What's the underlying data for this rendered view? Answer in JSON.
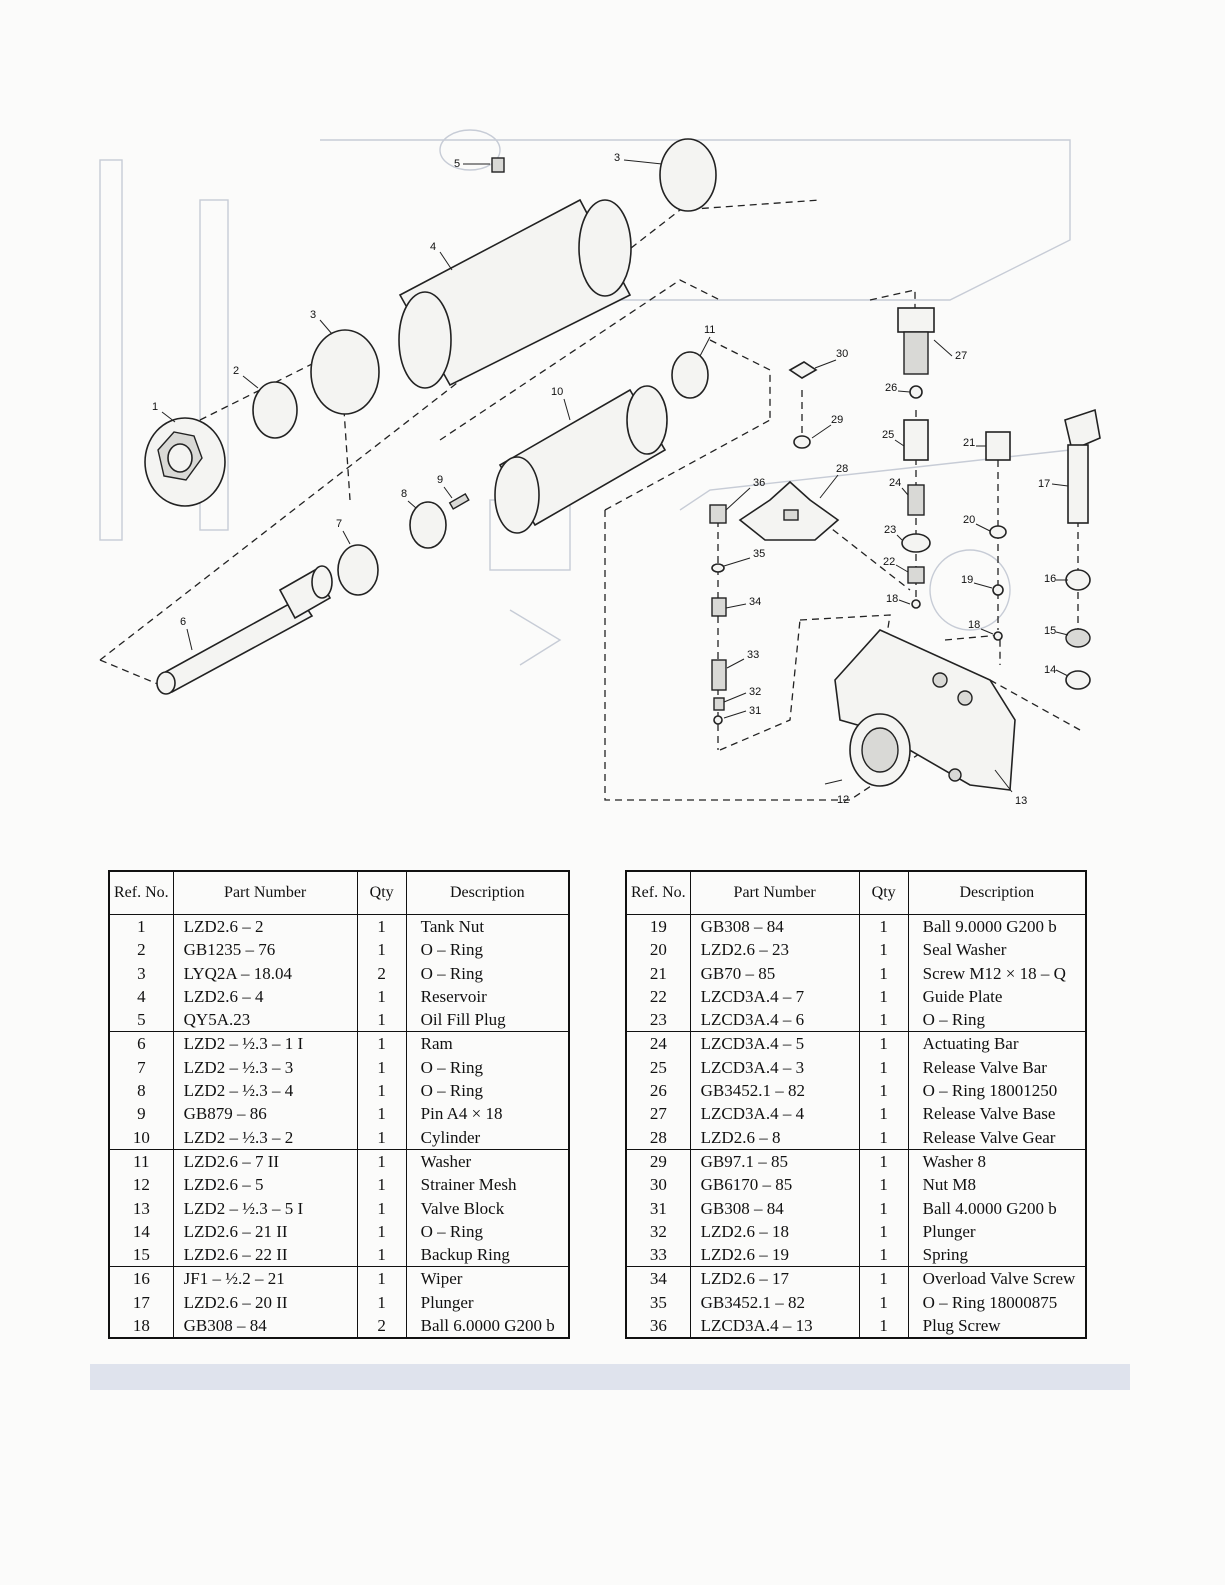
{
  "diagram": {
    "callouts": [
      "1",
      "2",
      "3",
      "3",
      "4",
      "5",
      "6",
      "7",
      "8",
      "9",
      "10",
      "11",
      "12",
      "13",
      "14",
      "15",
      "16",
      "17",
      "18",
      "18",
      "19",
      "20",
      "21",
      "22",
      "23",
      "24",
      "25",
      "26",
      "27",
      "28",
      "29",
      "30",
      "31",
      "32",
      "33",
      "34",
      "35",
      "36"
    ]
  },
  "tables": {
    "headers": {
      "ref": "Ref. No.",
      "part": "Part Number",
      "qty": "Qty",
      "desc": "Description"
    },
    "left": {
      "groups": [
        [
          {
            "ref": "1",
            "part": "LZD2.6 – 2",
            "qty": "1",
            "desc": "Tank Nut"
          },
          {
            "ref": "2",
            "part": "GB1235 – 76",
            "qty": "1",
            "desc": "O – Ring"
          },
          {
            "ref": "3",
            "part": "LYQ2A – 18.04",
            "qty": "2",
            "desc": "O – Ring"
          },
          {
            "ref": "4",
            "part": "LZD2.6 – 4",
            "qty": "1",
            "desc": "Reservoir"
          },
          {
            "ref": "5",
            "part": "QY5A.23",
            "qty": "1",
            "desc": "Oil Fill Plug"
          }
        ],
        [
          {
            "ref": "6",
            "part": "LZD2 – ½.3 – 1 I",
            "qty": "1",
            "desc": "Ram"
          },
          {
            "ref": "7",
            "part": "LZD2 – ½.3 – 3",
            "qty": "1",
            "desc": "O – Ring"
          },
          {
            "ref": "8",
            "part": "LZD2 – ½.3 – 4",
            "qty": "1",
            "desc": "O – Ring"
          },
          {
            "ref": "9",
            "part": "GB879 – 86",
            "qty": "1",
            "desc": "Pin A4 × 18"
          },
          {
            "ref": "10",
            "part": "LZD2 – ½.3 – 2",
            "qty": "1",
            "desc": "Cylinder"
          }
        ],
        [
          {
            "ref": "11",
            "part": "LZD2.6 – 7 II",
            "qty": "1",
            "desc": "Washer"
          },
          {
            "ref": "12",
            "part": "LZD2.6 – 5",
            "qty": "1",
            "desc": "Strainer Mesh"
          },
          {
            "ref": "13",
            "part": "LZD2 – ½.3 – 5 I",
            "qty": "1",
            "desc": "Valve Block"
          },
          {
            "ref": "14",
            "part": "LZD2.6 – 21 II",
            "qty": "1",
            "desc": "O – Ring"
          },
          {
            "ref": "15",
            "part": "LZD2.6 – 22 II",
            "qty": "1",
            "desc": "Backup Ring"
          }
        ],
        [
          {
            "ref": "16",
            "part": "JF1 – ½.2 – 21",
            "qty": "1",
            "desc": "Wiper"
          },
          {
            "ref": "17",
            "part": "LZD2.6 – 20 II",
            "qty": "1",
            "desc": "Plunger"
          },
          {
            "ref": "18",
            "part": "GB308 – 84",
            "qty": "2",
            "desc": "Ball 6.0000 G200 b"
          }
        ]
      ]
    },
    "right": {
      "groups": [
        [
          {
            "ref": "19",
            "part": "GB308 – 84",
            "qty": "1",
            "desc": "Ball 9.0000 G200 b"
          },
          {
            "ref": "20",
            "part": "LZD2.6 – 23",
            "qty": "1",
            "desc": "Seal Washer"
          },
          {
            "ref": "21",
            "part": "GB70 – 85",
            "qty": "1",
            "desc": "Screw M12 × 18 – Q"
          },
          {
            "ref": "22",
            "part": "LZCD3A.4 – 7",
            "qty": "1",
            "desc": "Guide Plate"
          },
          {
            "ref": "23",
            "part": "LZCD3A.4 – 6",
            "qty": "1",
            "desc": "O – Ring"
          }
        ],
        [
          {
            "ref": "24",
            "part": "LZCD3A.4 – 5",
            "qty": "1",
            "desc": "Actuating Bar"
          },
          {
            "ref": "25",
            "part": "LZCD3A.4 – 3",
            "qty": "1",
            "desc": "Release Valve Bar"
          },
          {
            "ref": "26",
            "part": "GB3452.1 – 82",
            "qty": "1",
            "desc": "O – Ring 18001250"
          },
          {
            "ref": "27",
            "part": "LZCD3A.4 – 4",
            "qty": "1",
            "desc": "Release Valve Base"
          },
          {
            "ref": "28",
            "part": "LZD2.6 – 8",
            "qty": "1",
            "desc": "Release Valve Gear"
          }
        ],
        [
          {
            "ref": "29",
            "part": "GB97.1 – 85",
            "qty": "1",
            "desc": "Washer 8"
          },
          {
            "ref": "30",
            "part": "GB6170 – 85",
            "qty": "1",
            "desc": "Nut M8"
          },
          {
            "ref": "31",
            "part": "GB308 – 84",
            "qty": "1",
            "desc": "Ball 4.0000 G200 b"
          },
          {
            "ref": "32",
            "part": "LZD2.6 – 18",
            "qty": "1",
            "desc": "Plunger"
          },
          {
            "ref": "33",
            "part": "LZD2.6 – 19",
            "qty": "1",
            "desc": "Spring"
          }
        ],
        [
          {
            "ref": "34",
            "part": "LZD2.6 – 17",
            "qty": "1",
            "desc": "Overload Valve Screw"
          },
          {
            "ref": "35",
            "part": "GB3452.1 – 82",
            "qty": "1",
            "desc": "O – Ring 18000875"
          },
          {
            "ref": "36",
            "part": "LZCD3A.4 – 13",
            "qty": "1",
            "desc": "Plug Screw"
          }
        ]
      ]
    }
  }
}
